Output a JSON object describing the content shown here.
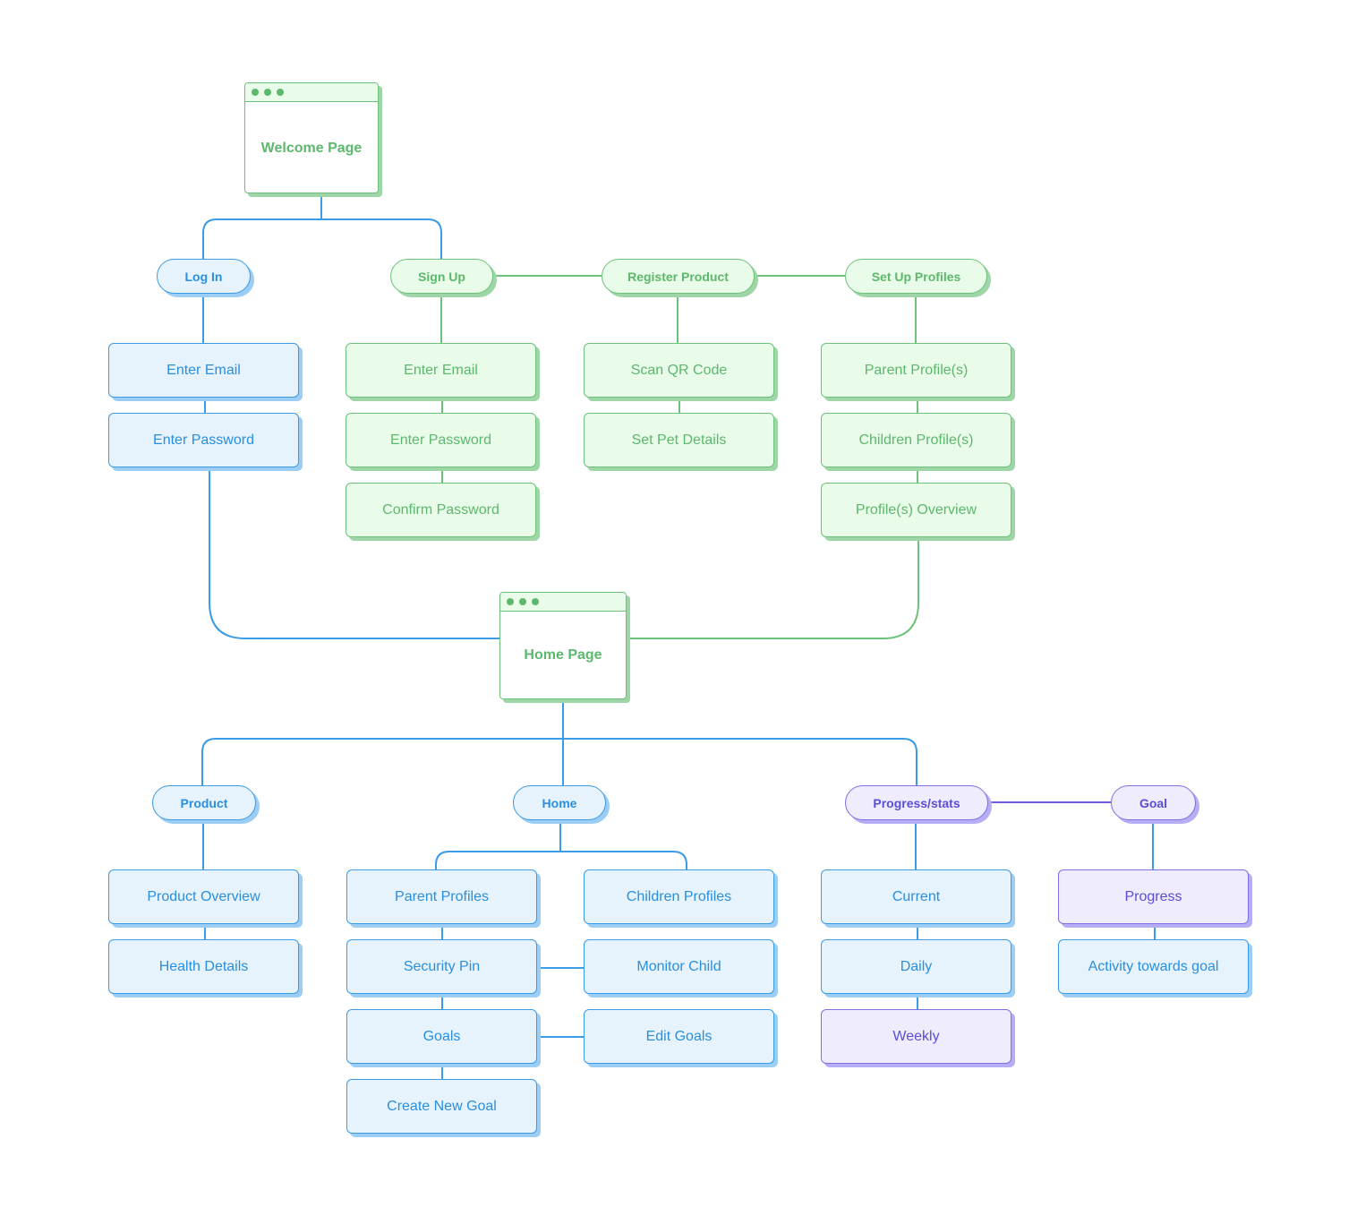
{
  "diagram": {
    "welcome_page": {
      "title": "Welcome Page"
    },
    "home_page": {
      "title": "Home Page"
    },
    "login": {
      "pill": "Log In",
      "steps": [
        "Enter Email",
        "Enter Password"
      ]
    },
    "signup": {
      "pill": "Sign Up",
      "steps": [
        "Enter Email",
        "Enter Password",
        "Confirm Password"
      ]
    },
    "register_product": {
      "pill": "Register Product",
      "steps": [
        "Scan QR Code",
        "Set Pet Details"
      ]
    },
    "setup_profiles": {
      "pill": "Set Up Profiles",
      "steps": [
        "Parent Profile(s)",
        "Children Profile(s)",
        "Profile(s) Overview"
      ]
    },
    "product": {
      "pill": "Product",
      "steps": [
        "Product Overview",
        "Health Details"
      ]
    },
    "home": {
      "pill": "Home",
      "left_steps": [
        "Parent Profiles",
        "Security Pin",
        "Goals",
        "Create New Goal"
      ],
      "right_steps": [
        "Children Profiles",
        "Monitor Child",
        "Edit Goals"
      ]
    },
    "progress_stats": {
      "pill": "Progress/stats",
      "steps": [
        "Current",
        "Daily",
        "Weekly"
      ]
    },
    "goal": {
      "pill": "Goal",
      "steps": [
        "Progress",
        "Activity towards goal"
      ]
    }
  },
  "colors": {
    "green": "#6cc27a",
    "blue": "#3a9be6",
    "purple": "#7d70e6"
  }
}
